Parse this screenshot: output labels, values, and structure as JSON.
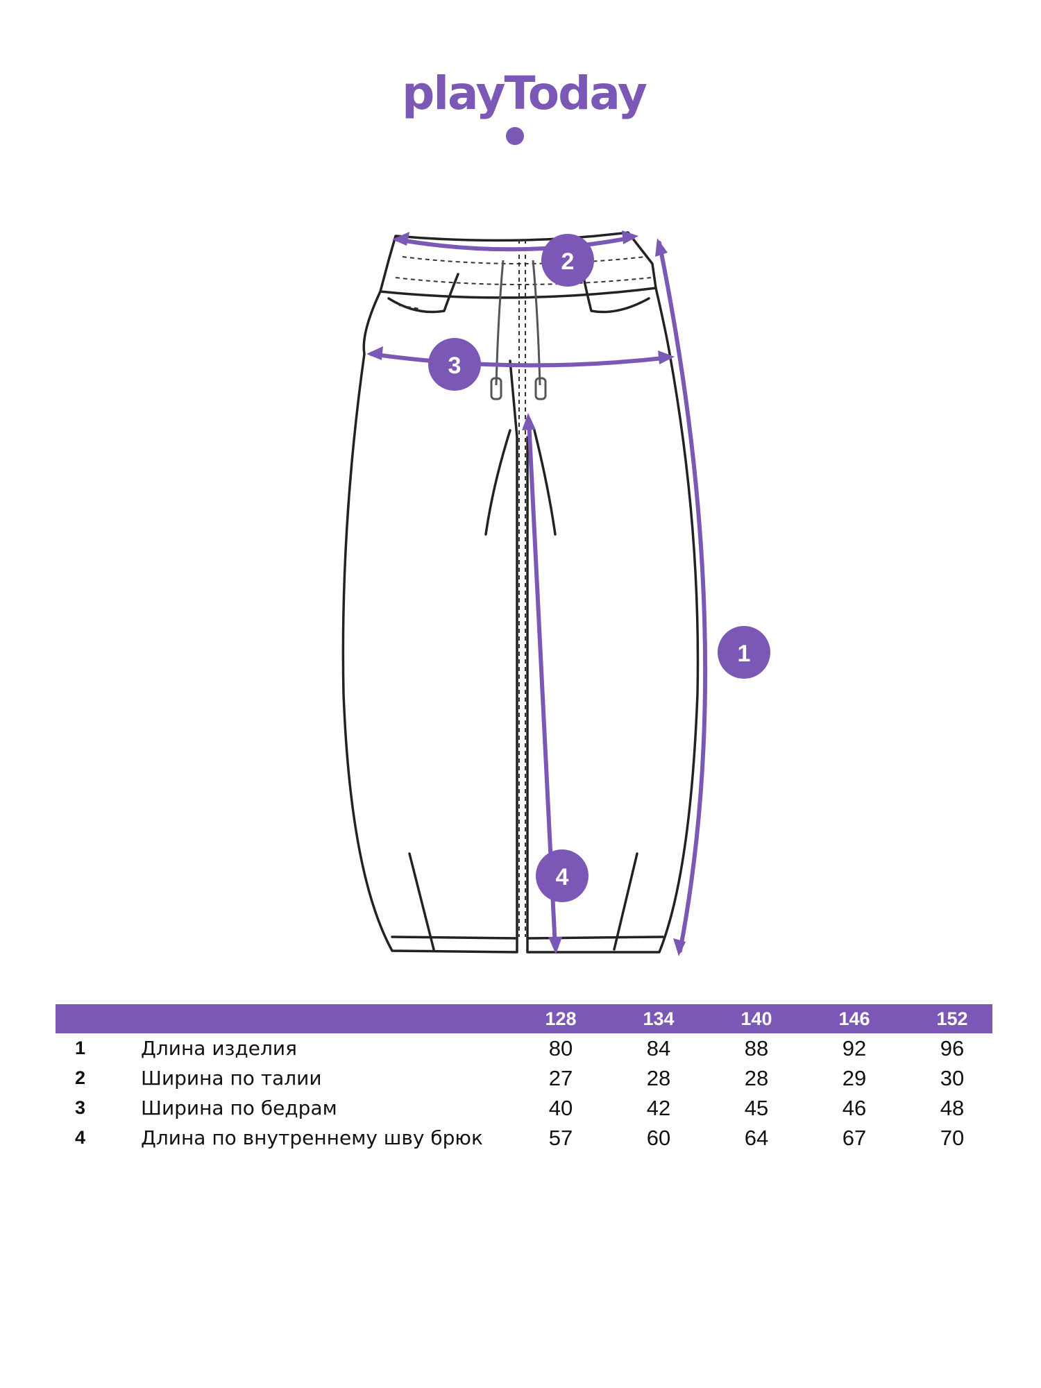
{
  "brand": {
    "logo_text": "playToday",
    "color": "#7B58B5"
  },
  "diagram": {
    "markers": [
      "1",
      "2",
      "3",
      "4"
    ],
    "line_color": "#7B58B5"
  },
  "table": {
    "sizes": [
      "128",
      "134",
      "140",
      "146",
      "152"
    ],
    "rows": [
      {
        "num": "1",
        "label": "Длина изделия",
        "values": [
          "80",
          "84",
          "88",
          "92",
          "96"
        ]
      },
      {
        "num": "2",
        "label": "Ширина по талии",
        "values": [
          "27",
          "28",
          "28",
          "29",
          "30"
        ]
      },
      {
        "num": "3",
        "label": "Ширина по бедрам",
        "values": [
          "40",
          "42",
          "45",
          "46",
          "48"
        ]
      },
      {
        "num": "4",
        "label": "Длина по внутреннему шву брюк",
        "values": [
          "57",
          "60",
          "64",
          "67",
          "70"
        ]
      }
    ]
  }
}
